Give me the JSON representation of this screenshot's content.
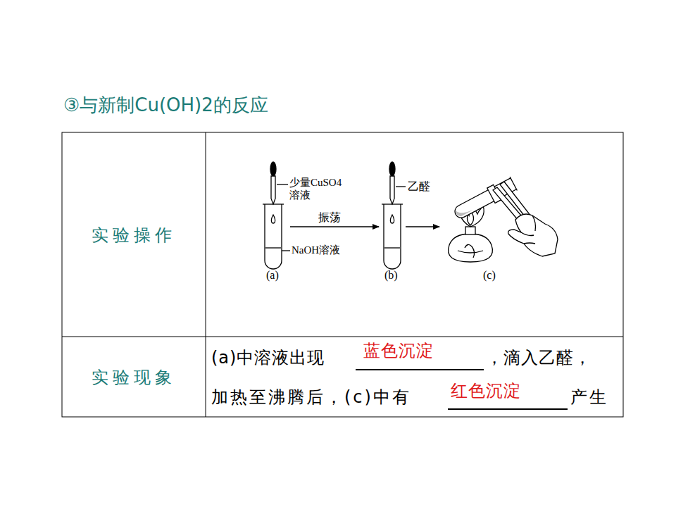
{
  "diagram": {
    "title": "③与新制Cu(OH)2的反应",
    "labels": [
      "实验操作",
      "少量CuSO4 溶液",
      "乙醛",
      "振荡",
      "NaOH溶液",
      "(a)",
      "(b)",
      "(c)",
      "实验现象",
      "(a)中溶液出现",
      "蓝色沉淀",
      "，滴入乙醛，",
      "加热至沸腾后，(c)中有",
      "红色沉淀",
      "产生"
    ]
  }
}
